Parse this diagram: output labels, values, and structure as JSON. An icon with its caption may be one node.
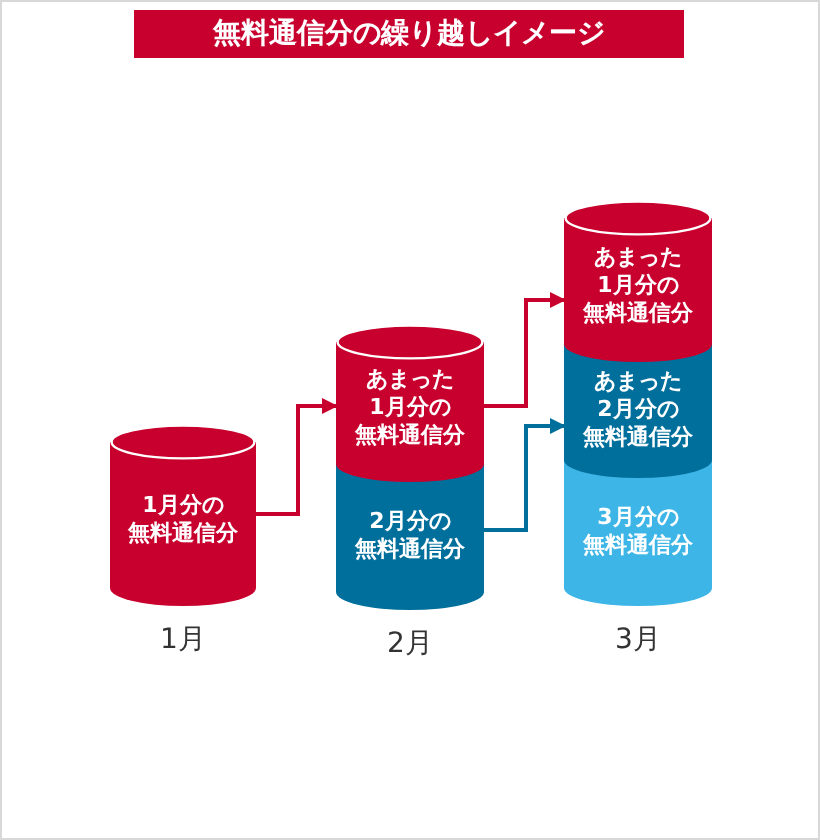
{
  "diagram": {
    "title": "無料通信分の繰り越しイメージ",
    "nodes": [
      {
        "text": [
          "1月分の無料通信分"
        ],
        "beside": [
          "1月"
        ]
      },
      {
        "text": [
          "あまった1月分の無料通信分"
        ]
      },
      {
        "text": [
          "2月分の無料通信分"
        ],
        "beside": [
          "2月"
        ]
      },
      {
        "text": [
          "あまった1月分の無料通信分"
        ]
      },
      {
        "text": [
          "あまった2月分の無料通信分"
        ]
      },
      {
        "text": [
          "3月分の無料通信分"
        ],
        "beside": [
          "3月"
        ]
      }
    ],
    "edges": [
      {
        "from": 0,
        "to": 1,
        "arrow": "to"
      },
      {
        "from": 1,
        "to": 3,
        "arrow": "to"
      },
      {
        "from": 2,
        "to": 4,
        "arrow": "to",
        "color": "#006f9c"
      }
    ]
  }
}
